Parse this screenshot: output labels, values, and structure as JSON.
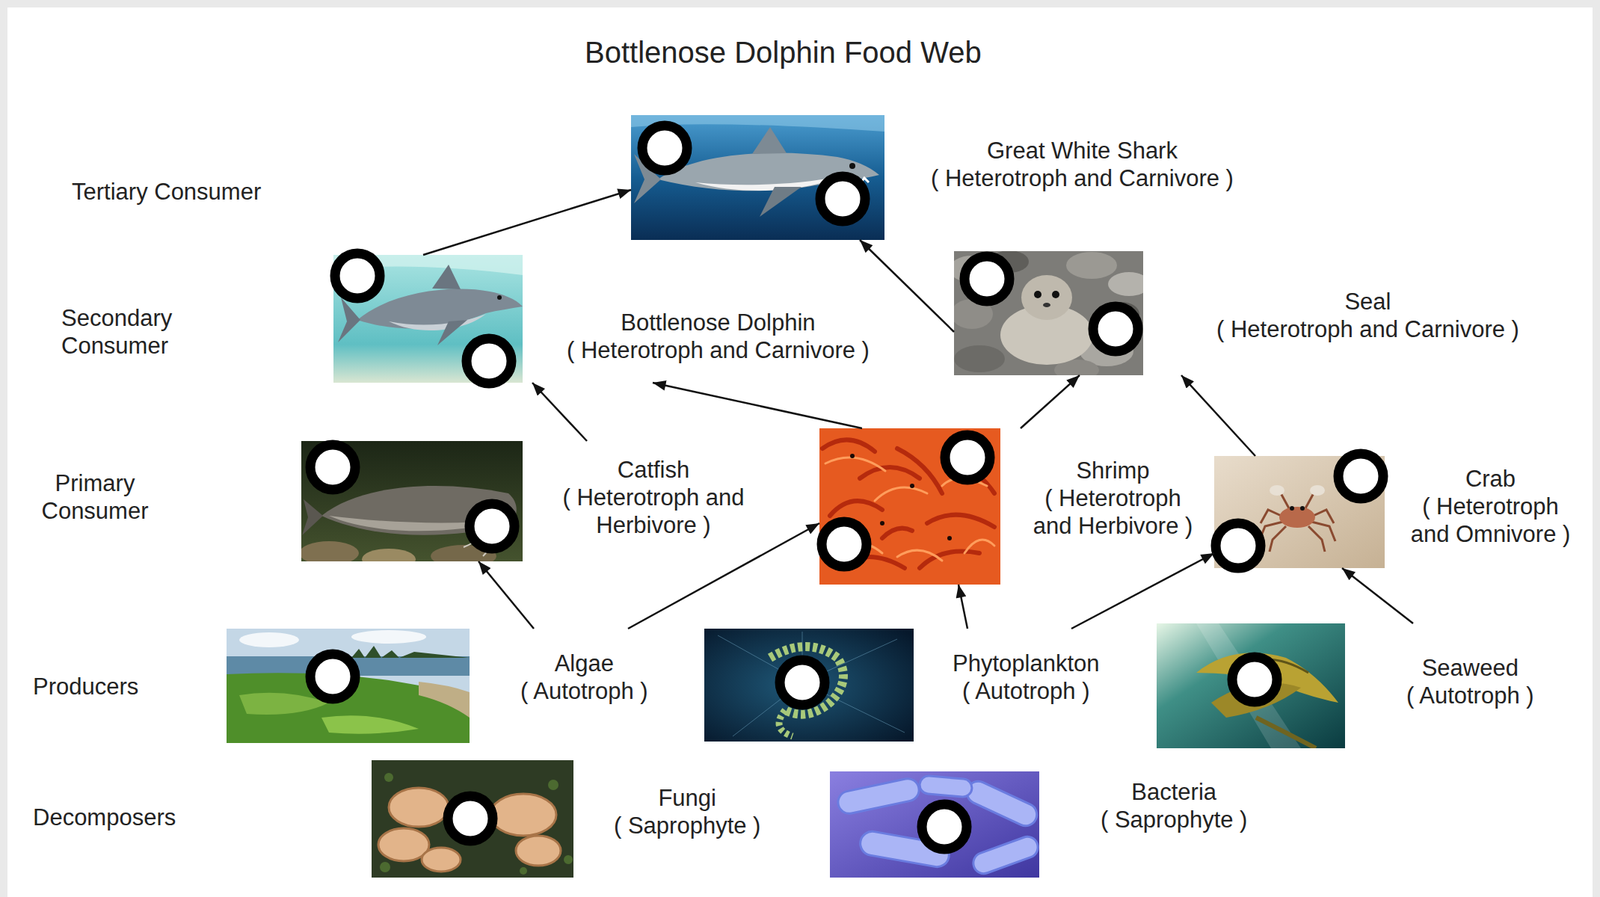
{
  "diagram": {
    "title": "Bottlenose Dolphin Food Web",
    "nodes": [
      {
        "text": [
          "Great White Shark",
          "( Heterotroph and Carnivore )"
        ]
      },
      {
        "text": [
          "Bottlenose Dolphin",
          "( Heterotroph and Carnivore )"
        ]
      },
      {
        "text": [
          "Seal",
          "( Heterotroph and Carnivore )"
        ]
      },
      {
        "text": [
          "Catfish",
          "( Heterotroph and Herbivore )"
        ]
      },
      {
        "text": [
          "Shrimp",
          "( Heterotroph and Herbivore )"
        ]
      },
      {
        "text": [
          "Crab",
          "( Heterotroph and Omnivore )"
        ]
      },
      {
        "text": [
          "Algae",
          "( Autotroph )"
        ]
      },
      {
        "text": [
          "Phytoplankton",
          "( Autotroph )"
        ]
      },
      {
        "text": [
          "Seaweed",
          "( Autotroph )"
        ]
      },
      {
        "text": [
          "Fungi",
          "( Saprophyte )"
        ]
      },
      {
        "text": [
          "Bacteria",
          "( Saprophyte )"
        ]
      }
    ],
    "edges": [
      {
        "from": 1,
        "to": 0,
        "arrow": "to"
      },
      {
        "from": 2,
        "to": 0,
        "arrow": "to"
      },
      {
        "from": 4,
        "to": 1,
        "arrow": "to"
      },
      {
        "from": 3,
        "to": 1,
        "arrow": "to"
      },
      {
        "from": 4,
        "to": 2,
        "arrow": "to"
      },
      {
        "from": 5,
        "to": 2,
        "arrow": "to"
      },
      {
        "from": 6,
        "to": 3,
        "arrow": "to"
      },
      {
        "from": 6,
        "to": 4,
        "arrow": "to"
      },
      {
        "from": 7,
        "to": 4,
        "arrow": "to"
      },
      {
        "from": 7,
        "to": 5,
        "arrow": "to"
      },
      {
        "from": 8,
        "to": 5,
        "arrow": "to"
      }
    ],
    "labels": [
      "Tertiary Consumer",
      "Secondary Consumer",
      "Primary Consumer",
      "Producers",
      "Decomposers"
    ]
  }
}
